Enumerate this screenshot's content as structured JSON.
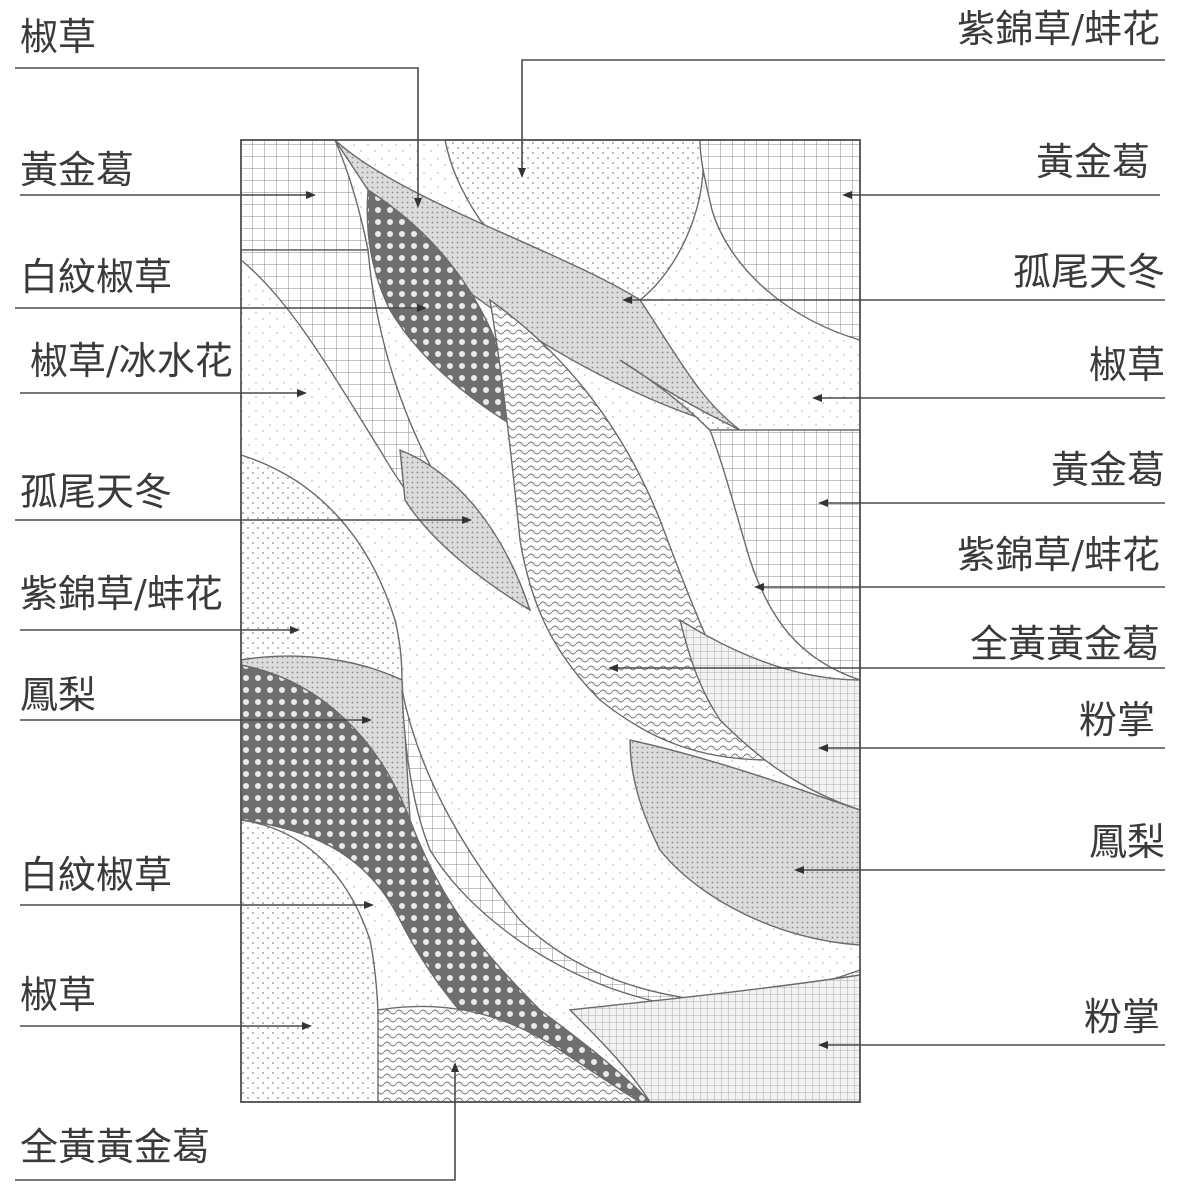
{
  "diagram": {
    "left_labels": [
      "椒草",
      "黃金葛",
      "白紋椒草",
      "椒草/冰水花",
      "孤尾天冬",
      "紫錦草/蚌花",
      "鳳梨",
      "白紋椒草",
      "椒草",
      "全黃黃金葛"
    ],
    "right_labels": [
      "紫錦草/蚌花",
      "黃金葛",
      "孤尾天冬",
      "椒草",
      "黃金葛",
      "紫錦草/蚌花",
      "全黃黃金葛",
      "粉掌",
      "鳳梨",
      "粉掌"
    ]
  }
}
